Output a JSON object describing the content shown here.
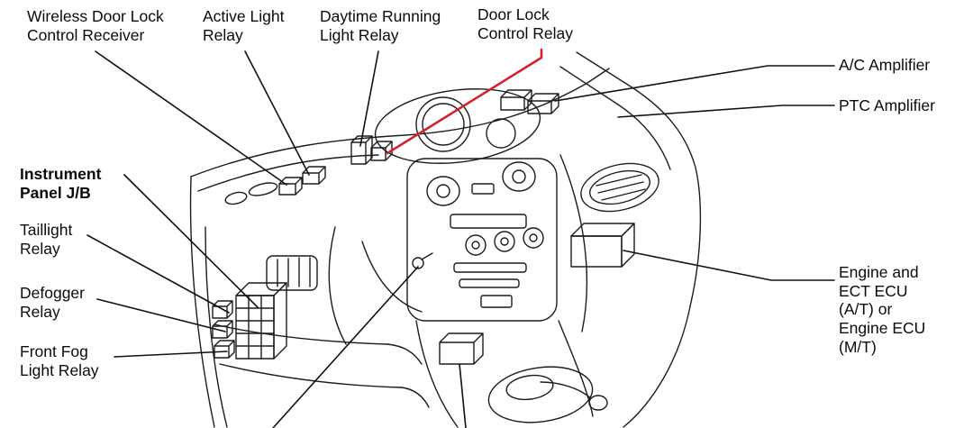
{
  "diagram": {
    "labels": {
      "wireless_door_lock": "Wireless Door Lock\nControl Receiver",
      "active_light": "Active Light\nRelay",
      "daytime_running": "Daytime Running\nLight Relay",
      "door_lock": "Door Lock\nControl Relay",
      "ac_amplifier": "A/C Amplifier",
      "ptc_amplifier": "PTC Amplifier",
      "instrument_panel_jb": "Instrument\nPanel J/B",
      "taillight": "Taillight\nRelay",
      "defogger": "Defogger\nRelay",
      "front_fog": "Front Fog\nLight Relay",
      "engine_ecu": "Engine and\nECT ECU\n(A/T) or\nEngine ECU\n(M/T)"
    },
    "colors": {
      "line": "#1c1c1c",
      "leader": "#111111",
      "highlight": "#d2232a",
      "background": "#ffffff",
      "text": "#0b0b0b"
    }
  }
}
